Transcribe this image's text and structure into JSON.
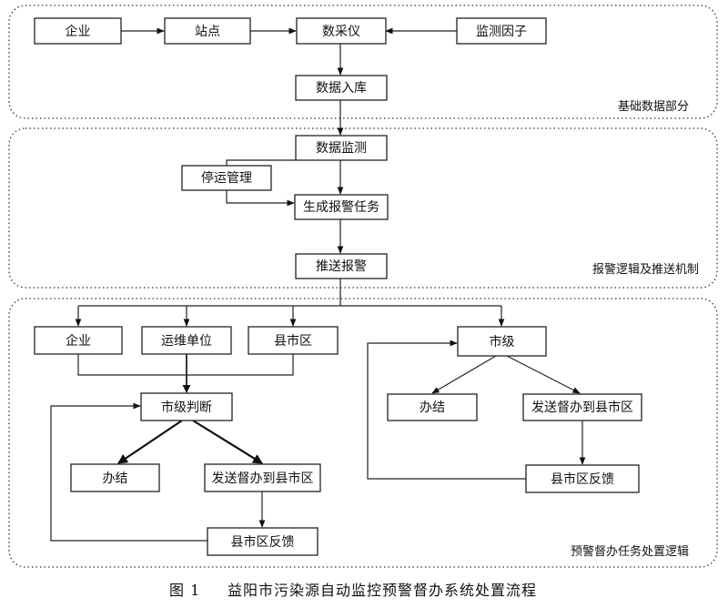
{
  "sections": {
    "basic": "基础数据部分",
    "alarm": "报警逻辑及推送机制",
    "supervision": "预警督办任务处置逻辑"
  },
  "boxes": {
    "enterprise_top": "企业",
    "station": "站点",
    "data_collector": "数采仪",
    "monitoring_factor": "监测因子",
    "data_storage": "数据入库",
    "data_monitoring": "数据监测",
    "shutdown_mgmt": "停运管理",
    "generate_alarm_task": "生成报警任务",
    "push_alarm": "推送报警",
    "enterprise_left": "企业",
    "operation_unit": "运维单位",
    "county_district_left": "县市区",
    "city_judgment": "市级判断",
    "done_left": "办结",
    "send_supervision_left": "发送督办到县市区",
    "feedback_left": "县市区反馈",
    "city_level": "市级",
    "done_right": "办结",
    "send_supervision_right": "发送督办到县市区",
    "feedback_right": "县市区反馈"
  },
  "caption": {
    "figure_no": "图 1",
    "title": "益阳市污染源自动监控预警督办系统处置流程"
  }
}
